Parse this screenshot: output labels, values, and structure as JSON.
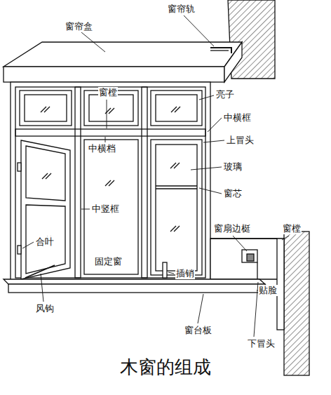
{
  "diagram": {
    "caption": "木窗的组成",
    "labels": [
      "窗帘轨",
      "窗帘盒",
      "窗樘",
      "亮子",
      "中横框",
      "上冒头",
      "中横档",
      "玻璃",
      "窗芯",
      "中竖框",
      "窗扇边梃",
      "窗樘",
      "合叶",
      "固定窗",
      "插销",
      "贴脸",
      "风钩",
      "窗台板",
      "下冒头"
    ]
  }
}
